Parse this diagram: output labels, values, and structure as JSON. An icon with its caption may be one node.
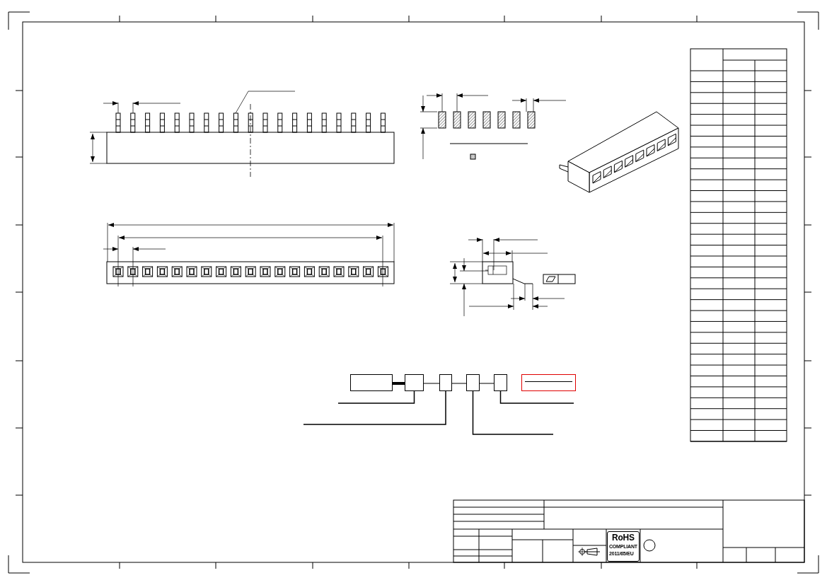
{
  "diagram": {
    "nodes": [
      {
        "text": [],
        "shape": "box"
      },
      {
        "text": [],
        "shape": "box"
      },
      {
        "text": [],
        "shape": "box"
      },
      {
        "text": [],
        "shape": "box"
      },
      {
        "text": [],
        "shape": "box"
      },
      {
        "text": [],
        "shape": "box"
      }
    ],
    "edges": [
      {
        "from": 0,
        "to": 1,
        "arrow": "none",
        "style": "thick"
      },
      {
        "from": 1,
        "to": 2,
        "arrow": "none"
      },
      {
        "from": 2,
        "to": 3,
        "arrow": "none"
      },
      {
        "from": 3,
        "to": 4,
        "arrow": "none"
      },
      {
        "from": 1,
        "to": null,
        "arrow": "none"
      },
      {
        "from": 2,
        "to": null,
        "arrow": "none"
      },
      {
        "from": 3,
        "to": null,
        "arrow": "none"
      },
      {
        "from": 4,
        "to": null,
        "arrow": "none"
      }
    ],
    "labels": [
      "RoHS",
      "COMPLIANT",
      "2011/65/EU"
    ]
  }
}
